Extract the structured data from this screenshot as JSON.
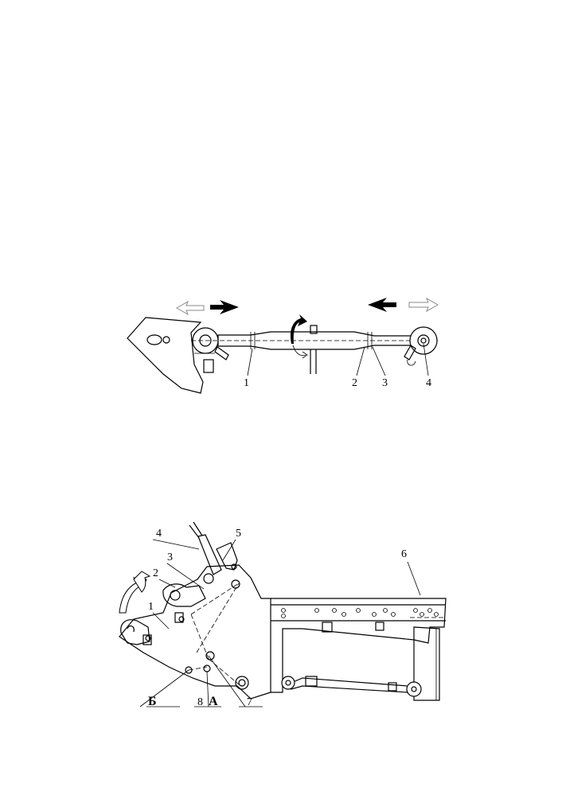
{
  "figure_top": {
    "callouts": [
      "1",
      "2",
      "3",
      "4"
    ]
  },
  "figure_bottom": {
    "callouts": [
      "1",
      "2",
      "3",
      "4",
      "5",
      "6",
      "7",
      "8"
    ],
    "letter_a": "А",
    "letter_b": "Б"
  },
  "icons": {
    "push_arrow": "solid-arrow-icon",
    "pull_arrow": "outline-arrow-icon",
    "rotate_arrow": "rotation-arrow-icon",
    "lift_arrow": "lift-arrow-icon"
  }
}
